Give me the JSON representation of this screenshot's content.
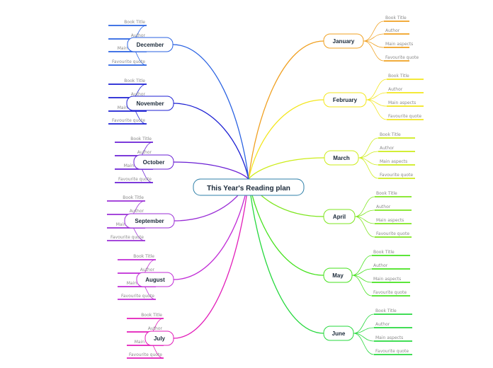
{
  "central": {
    "label": "This Year's Reading plan",
    "color": "#2e7fa8"
  },
  "leaf_labels": [
    "Book Title",
    "Author",
    "Main aspects",
    "Favourite quote"
  ],
  "months": [
    {
      "label": "January",
      "color": "#f0a020"
    },
    {
      "label": "February",
      "color": "#f3e61c"
    },
    {
      "label": "March",
      "color": "#cdec1a"
    },
    {
      "label": "April",
      "color": "#7ee61f"
    },
    {
      "label": "May",
      "color": "#45e21d"
    },
    {
      "label": "June",
      "color": "#27d83e"
    },
    {
      "label": "July",
      "color": "#e21cb9"
    },
    {
      "label": "August",
      "color": "#c12bd6"
    },
    {
      "label": "September",
      "color": "#9a2ed6"
    },
    {
      "label": "October",
      "color": "#6a1fd4"
    },
    {
      "label": "November",
      "color": "#1c1fd3"
    },
    {
      "label": "December",
      "color": "#2a62e2"
    }
  ]
}
